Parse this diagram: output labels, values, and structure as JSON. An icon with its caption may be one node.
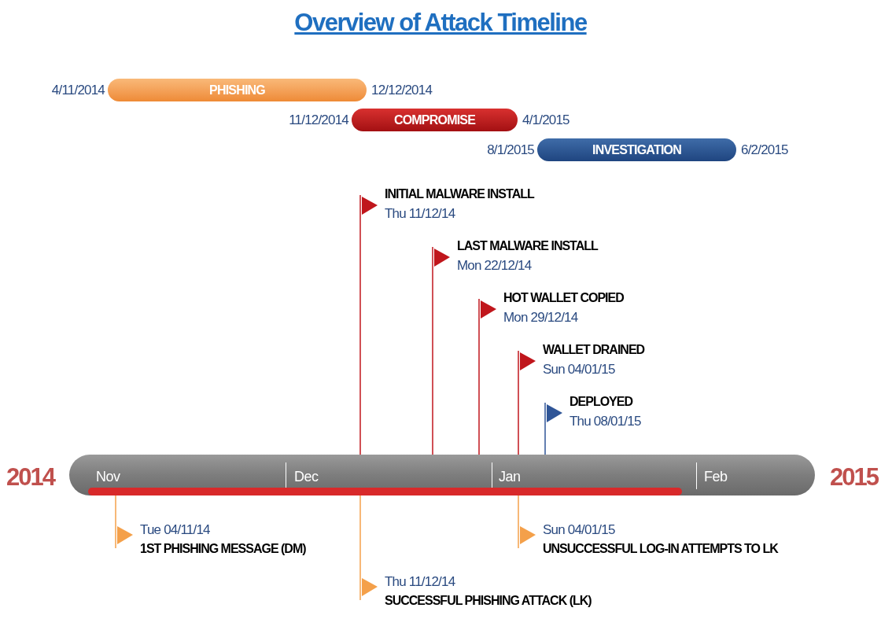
{
  "diagram": {
    "title": "Overview of Attack Timeline",
    "nodes": [
      {
        "text": [
          "PHISHING"
        ],
        "beside": [
          "4/11/2014",
          "12/12/2014"
        ]
      },
      {
        "text": [
          "COMPROMISE"
        ],
        "beside": [
          "11/12/2014",
          "4/1/2015"
        ]
      },
      {
        "text": [
          "INVESTIGATION"
        ],
        "beside": [
          "8/1/2015",
          "6/2/2015"
        ]
      },
      {
        "text": [
          "Nov",
          "Dec",
          "Jan",
          "Feb"
        ]
      },
      {
        "text": [
          "INITIAL MALWARE INSTALL",
          "Thu 11/12/14"
        ]
      },
      {
        "text": [
          "LAST MALWARE INSTALL",
          "Mon 22/12/14"
        ]
      },
      {
        "text": [
          "HOT WALLET COPIED",
          "Mon 29/12/14"
        ]
      },
      {
        "text": [
          "WALLET DRAINED",
          "Sun 04/01/15"
        ]
      },
      {
        "text": [
          "DEPLOYED",
          "Thu 08/01/15"
        ]
      },
      {
        "text": [
          "Tue 04/11/14",
          "1ST PHISHING MESSAGE (DM)"
        ]
      },
      {
        "text": [
          "Thu 11/12/14",
          "SUCCESSFUL PHISHING ATTACK (LK)"
        ]
      },
      {
        "text": [
          "Sun 04/01/15",
          "UNSUCCESSFUL LOG-IN ATTEMPTS TO LK"
        ]
      }
    ],
    "edges": [
      {
        "from": 4,
        "to": 3,
        "arrow": "none"
      },
      {
        "from": 5,
        "to": 3,
        "arrow": "none"
      },
      {
        "from": 6,
        "to": 3,
        "arrow": "none"
      },
      {
        "from": 7,
        "to": 3,
        "arrow": "none"
      },
      {
        "from": 8,
        "to": 3,
        "arrow": "none",
        "color": "#2f5597"
      },
      {
        "from": 9,
        "to": 3,
        "arrow": "none",
        "color": "#f4a04a"
      },
      {
        "from": 10,
        "to": 3,
        "arrow": "none",
        "color": "#f4a04a"
      },
      {
        "from": 11,
        "to": 3,
        "arrow": "none",
        "color": "#f4a04a"
      }
    ],
    "labels": [
      "2014",
      "2015"
    ]
  }
}
